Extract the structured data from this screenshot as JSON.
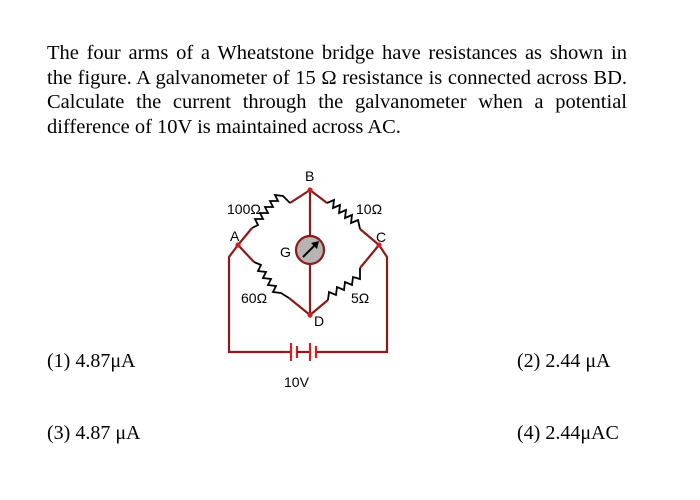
{
  "question": {
    "text": "The four arms of a Wheatstone bridge have resistances as shown in the figure. A galvanometer of 15 Ω resistance is connected across BD. Calculate the current through the galvanometer when a potential difference of 10V is maintained across AC."
  },
  "figure": {
    "node_labels": {
      "A": "A",
      "B": "B",
      "C": "C",
      "D": "D",
      "G": "G"
    },
    "resistors": {
      "AB": "100Ω",
      "BC": "10Ω",
      "AD": "60Ω",
      "DC": "5Ω"
    },
    "battery_label": "10V",
    "colors": {
      "wire": "#8b1a1a",
      "node": "#cc2222",
      "galvanometer_fill": "#b8b4b4",
      "ink": "#000000"
    }
  },
  "options": [
    {
      "label": "(1) 4.87μA"
    },
    {
      "label": "(2) 2.44 μA"
    },
    {
      "label": "(3) 4.87 μA"
    },
    {
      "label": "(4) 2.44μAC"
    }
  ]
}
